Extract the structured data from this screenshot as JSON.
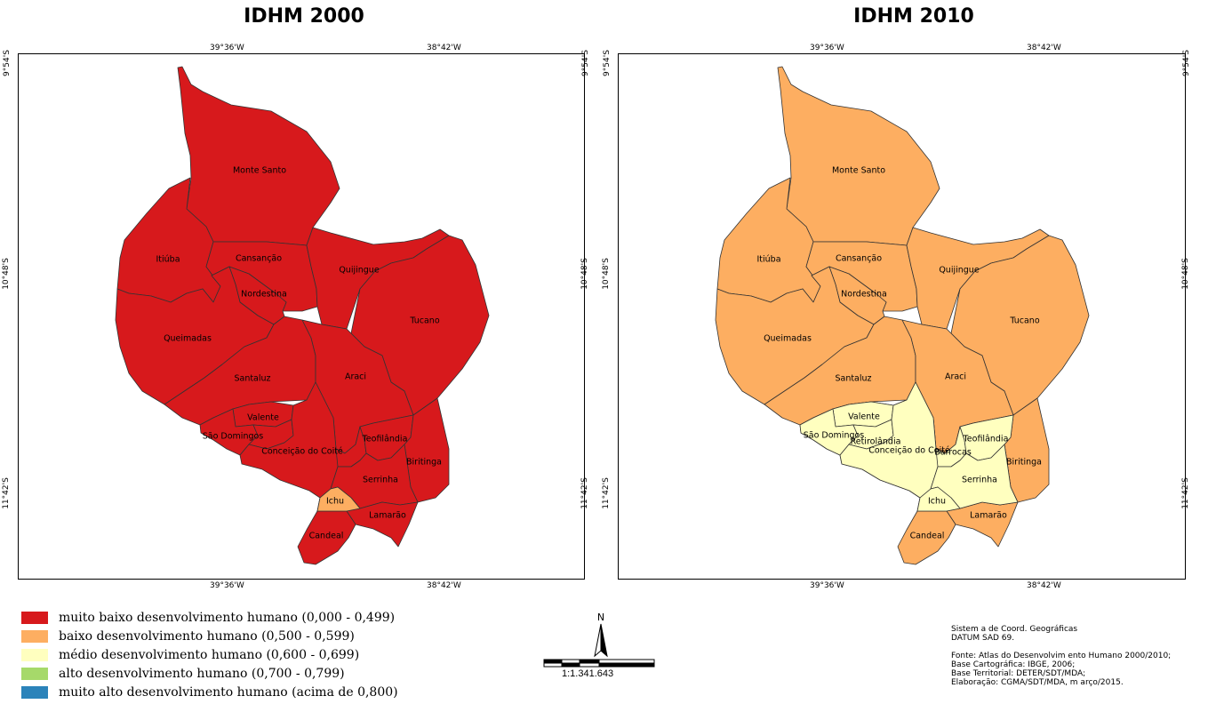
{
  "maps": [
    {
      "title": "IDHM 2000",
      "top_coords": [
        "39°36'W",
        "38°42'W"
      ],
      "bottom_coords": [
        "39°36'W",
        "38°42'W"
      ],
      "left_coords": [
        "9°54'S",
        "10°48'S",
        "11°42'S"
      ],
      "right_coords": [
        "9°54'S",
        "10°48'S",
        "11°42'S"
      ]
    },
    {
      "title": "IDHM 2010",
      "top_coords": [
        "39°36'W",
        "38°42'W"
      ],
      "bottom_coords": [
        "39°36'W",
        "38°42'W"
      ],
      "left_coords": [
        "9°54'S",
        "10°48'S",
        "11°42'S"
      ],
      "right_coords": [
        "9°54'S",
        "10°48'S",
        "11°42'S"
      ]
    }
  ],
  "municipalities": [
    {
      "name": "Monte Santo",
      "idhm_2000_class": "muito baixo",
      "idhm_2010_class": "baixo"
    },
    {
      "name": "Itiúba",
      "idhm_2000_class": "muito baixo",
      "idhm_2010_class": "baixo"
    },
    {
      "name": "Cansanção",
      "idhm_2000_class": "muito baixo",
      "idhm_2010_class": "baixo"
    },
    {
      "name": "Quijingue",
      "idhm_2000_class": "muito baixo",
      "idhm_2010_class": "baixo"
    },
    {
      "name": "Nordestina",
      "idhm_2000_class": "muito baixo",
      "idhm_2010_class": "baixo"
    },
    {
      "name": "Tucano",
      "idhm_2000_class": "muito baixo",
      "idhm_2010_class": "baixo"
    },
    {
      "name": "Queimadas",
      "idhm_2000_class": "muito baixo",
      "idhm_2010_class": "baixo"
    },
    {
      "name": "Santaluz",
      "idhm_2000_class": "muito baixo",
      "idhm_2010_class": "baixo"
    },
    {
      "name": "Araci",
      "idhm_2000_class": "muito baixo",
      "idhm_2010_class": "baixo"
    },
    {
      "name": "Valente",
      "idhm_2000_class": "muito baixo",
      "idhm_2010_class": "médio"
    },
    {
      "name": "São Domingos",
      "idhm_2000_class": "muito baixo",
      "idhm_2010_class": "médio"
    },
    {
      "name": "Retirolândia",
      "idhm_2000_class": "muito baixo",
      "idhm_2010_class": "médio"
    },
    {
      "name": "Conceição do Coité",
      "idhm_2000_class": "muito baixo",
      "idhm_2010_class": "médio"
    },
    {
      "name": "Barrocas",
      "idhm_2000_class": "muito baixo",
      "idhm_2010_class": "médio"
    },
    {
      "name": "Teofilândia",
      "idhm_2000_class": "muito baixo",
      "idhm_2010_class": "médio"
    },
    {
      "name": "Biritinga",
      "idhm_2000_class": "muito baixo",
      "idhm_2010_class": "baixo"
    },
    {
      "name": "Serrinha",
      "idhm_2000_class": "muito baixo",
      "idhm_2010_class": "médio"
    },
    {
      "name": "Ichu",
      "idhm_2000_class": "baixo",
      "idhm_2010_class": "médio"
    },
    {
      "name": "Lamarão",
      "idhm_2000_class": "muito baixo",
      "idhm_2010_class": "baixo"
    },
    {
      "name": "Candeal",
      "idhm_2000_class": "muito baixo",
      "idhm_2010_class": "baixo"
    }
  ],
  "legend": [
    {
      "label": "muito baixo desenvolvimento humano (0,000 - 0,499)",
      "color": "#d7191c"
    },
    {
      "label": "baixo desenvolvimento humano (0,500 - 0,599)",
      "color": "#fdae61"
    },
    {
      "label": "médio desenvolvimento humano (0,600 - 0,699)",
      "color": "#ffffbf"
    },
    {
      "label": "alto desenvolvimento humano (0,700 - 0,799)",
      "color": "#a6d96a"
    },
    {
      "label": "muito alto desenvolvimento humano (acima de 0,800)",
      "color": "#2b83ba"
    }
  ],
  "north_arrow": {
    "label": "N"
  },
  "scale": {
    "label": "1:1.341.643"
  },
  "credits": [
    "Sistem a de Coord. Geográficas",
    "DATUM SAD 69.",
    "",
    "Fonte: Atlas do Desenvolvim ento Humano 2000/2010;",
    "Base Cartográfica: IBGE, 2006;",
    "Base Territorial: DETER/SDT/MDA;",
    "Elaboração: CGMA/SDT/MDA, m arço/2015."
  ]
}
